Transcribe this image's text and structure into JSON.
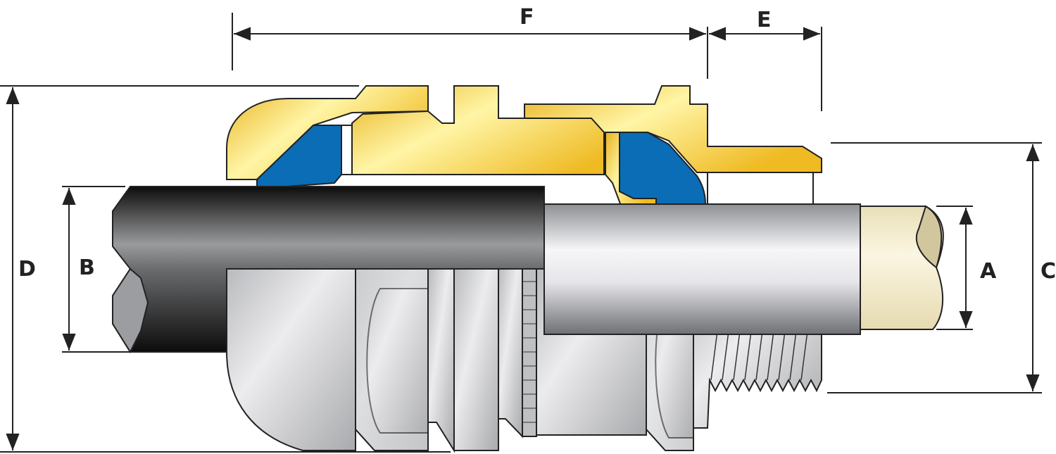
{
  "diagram": {
    "labels": {
      "F": "F",
      "E": "E",
      "D": "D",
      "B": "B",
      "A": "A",
      "C": "C"
    },
    "colors": {
      "brass": "#F2C12E",
      "brass_light": "#FFF3A8",
      "seal": "#0A6DB5",
      "sheath": "#111111",
      "metal": "#C9CACC",
      "conductor": "#F4EBC8",
      "conductor_end": "#D2C69E"
    }
  }
}
